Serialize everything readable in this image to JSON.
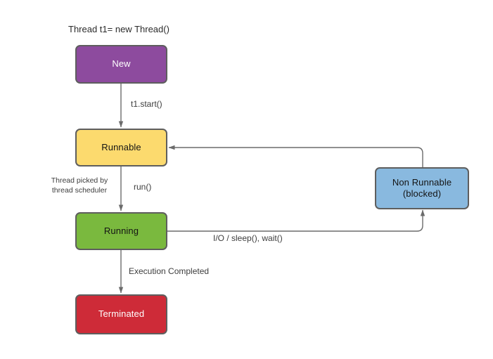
{
  "diagram": {
    "title_caption": "Thread t1= new Thread()",
    "nodes": [
      {
        "id": "new",
        "label": "New",
        "color": "#8d4b9e"
      },
      {
        "id": "runnable",
        "label": "Runnable",
        "color": "#fcda6e"
      },
      {
        "id": "running",
        "label": "Running",
        "color": "#7ab93e"
      },
      {
        "id": "terminated",
        "label": "Terminated",
        "color": "#ce2b38"
      },
      {
        "id": "nonrunnable",
        "label_line1": "Non Runnable",
        "label_line2": "(blocked)",
        "color": "#89b9df"
      }
    ],
    "edge_labels": {
      "new_to_runnable": "t1.start()",
      "runnable_to_running": "run()",
      "scheduler_line1": "Thread picked by",
      "scheduler_line2": "thread scheduler",
      "running_to_terminated": "Execution Completed",
      "running_to_nonrunnable": "I/O / sleep(), wait()"
    },
    "stroke_color": "#5e5e5e",
    "edge_color": "#6b6b6b"
  }
}
